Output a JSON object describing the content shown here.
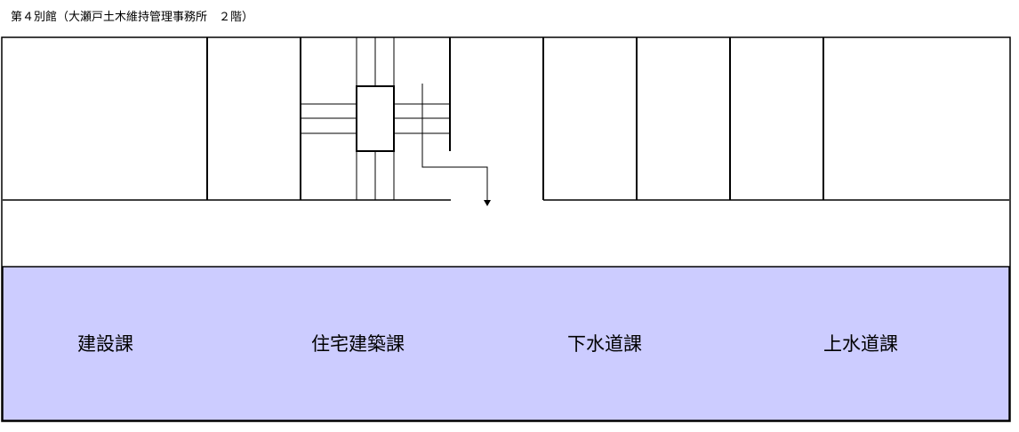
{
  "title": "第４別館（大瀬戸土木維持管理事務所　２階）",
  "colors": {
    "office_fill": "#ccccff",
    "line": "#000000",
    "background": "#ffffff"
  },
  "departments": [
    {
      "label": "建設課"
    },
    {
      "label": "住宅建築課"
    },
    {
      "label": "下水道課"
    },
    {
      "label": "上水道課"
    }
  ]
}
